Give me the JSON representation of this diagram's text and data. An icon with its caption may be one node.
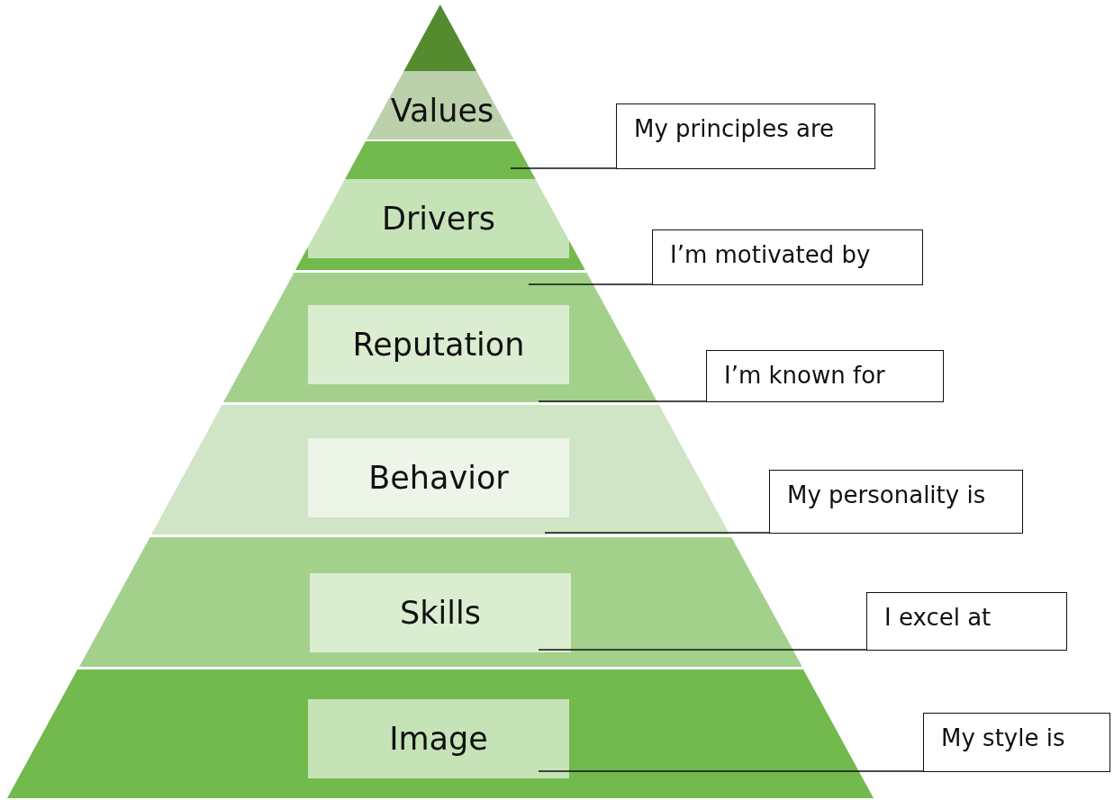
{
  "diagram": {
    "nodes": [
      {
        "text": [
          "Values"
        ]
      },
      {
        "text": [
          "Drivers"
        ]
      },
      {
        "text": [
          "Reputation"
        ]
      },
      {
        "text": [
          "Behavior"
        ]
      },
      {
        "text": [
          "Skills"
        ]
      },
      {
        "text": [
          "Image"
        ]
      },
      {
        "text": [
          "My principles are"
        ]
      },
      {
        "text": [
          "I’m motivated by"
        ]
      },
      {
        "text": [
          "I’m known for"
        ]
      },
      {
        "text": [
          "My personality is"
        ]
      },
      {
        "text": [
          "I excel at"
        ]
      },
      {
        "text": [
          "My style is"
        ]
      }
    ],
    "edges": [
      {
        "from": 6,
        "to": 1,
        "arrow": "none"
      },
      {
        "from": 7,
        "to": 2,
        "arrow": "none"
      },
      {
        "from": 8,
        "to": 2,
        "arrow": "none"
      },
      {
        "from": 9,
        "to": 3,
        "arrow": "none"
      },
      {
        "from": 10,
        "to": 4,
        "arrow": "none"
      },
      {
        "from": 11,
        "to": 5,
        "arrow": "none"
      }
    ]
  }
}
